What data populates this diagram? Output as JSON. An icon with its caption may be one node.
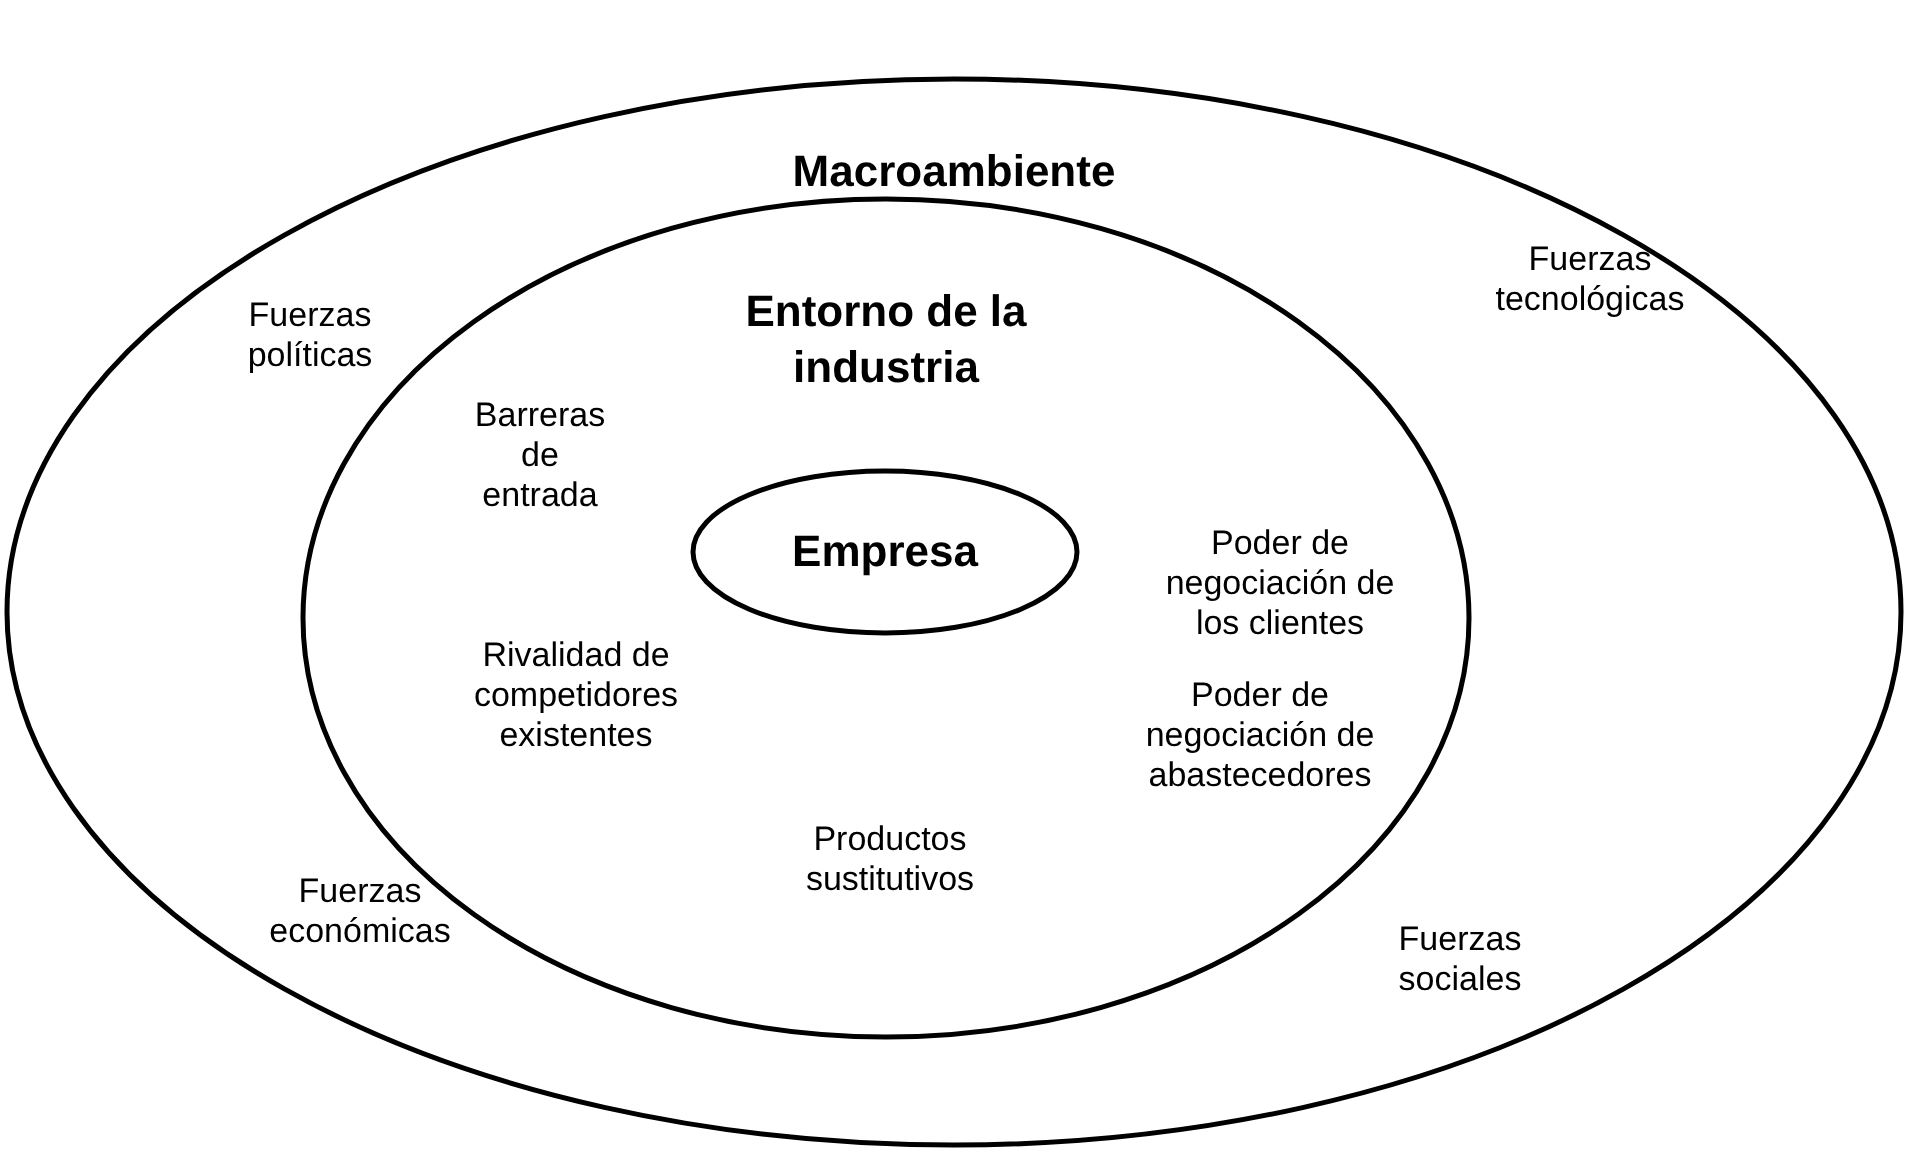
{
  "diagram": {
    "nodes": [
      {
        "text": [
          "Macroambiente"
        ]
      },
      {
        "text": [
          "Entorno de la industria"
        ],
        "in": 0
      },
      {
        "text": [
          "Empresa"
        ],
        "in": 1
      }
    ],
    "labels": [
      "Fuerzas tecnológicas",
      "Fuerzas políticas",
      "Barreras de entrada",
      "Poder de negociación de los clientes",
      "Rivalidad de competidores existentes",
      "Poder de negociación de abastecedores",
      "Productos sustitutivos",
      "Fuerzas económicas",
      "Fuerzas sociales"
    ]
  }
}
